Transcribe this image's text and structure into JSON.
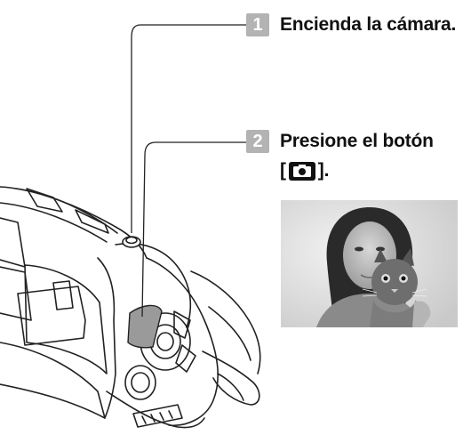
{
  "steps": [
    {
      "number": "1",
      "text": "Encienda la cámara."
    },
    {
      "number": "2",
      "text": "Presione el botón",
      "open_bracket": "[",
      "close_bracket": "]."
    }
  ],
  "icons": {
    "shutter_button": "camera-icon",
    "illustration": "camcorder-illustration",
    "photo": "woman-with-cat-photo"
  },
  "colors": {
    "badge_background": "#b3b3b3",
    "text": "#111111",
    "highlight": "#999999"
  }
}
